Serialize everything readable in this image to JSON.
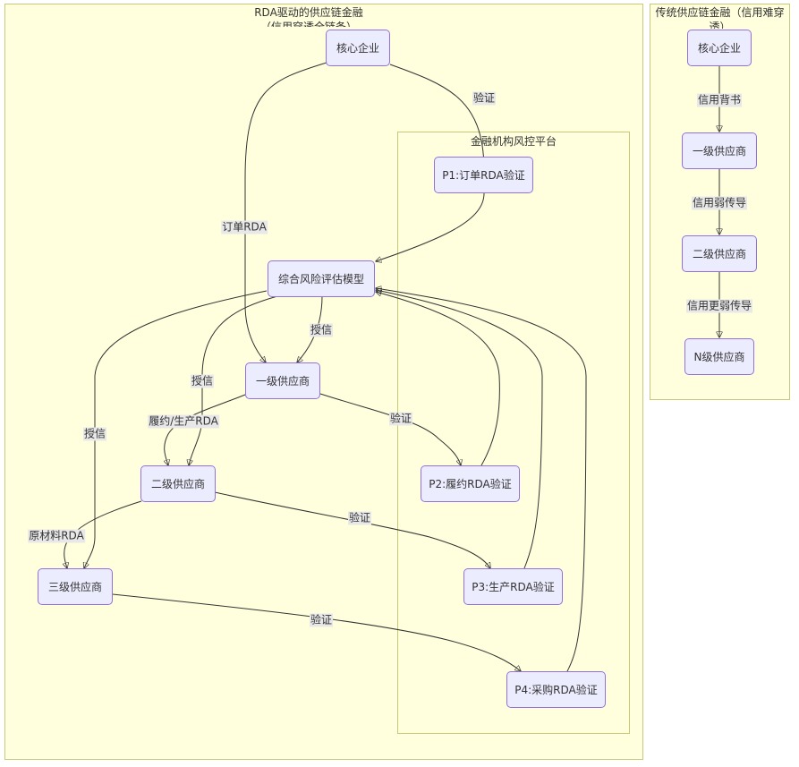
{
  "clusters": {
    "rda": {
      "title": "RDA驱动的供应链金融（信用穿透全链条）"
    },
    "platform": {
      "title": "金融机构风控平台"
    },
    "traditional": {
      "title": "传统供应链金融（信用难穿透）"
    }
  },
  "rda_nodes": {
    "core": "核心企业",
    "model": "综合风险评估模型",
    "tier1": "一级供应商",
    "tier2": "二级供应商",
    "tier3": "三级供应商",
    "p1": "P1:订单RDA验证",
    "p2": "P2:履约RDA验证",
    "p3": "P3:生产RDA验证",
    "p4": "P4:采购RDA验证"
  },
  "traditional_nodes": {
    "core": "核心企业",
    "tier1": "一级供应商",
    "tier2": "二级供应商",
    "tierN": "N级供应商"
  },
  "rda_edge_labels": {
    "core_to_p1": "验证",
    "core_to_tier1": "订单RDA",
    "model_to_tier1": "授信",
    "model_to_tier2": "授信",
    "model_to_tier3": "授信",
    "tier1_to_tier2": "履约/生产RDA",
    "tier1_to_p2": "验证",
    "tier2_to_tier3": "原材料RDA",
    "tier2_to_p3": "验证",
    "tier3_to_p4": "验证"
  },
  "traditional_edge_labels": {
    "core_to_tier1": "信用背书",
    "tier1_to_tier2": "信用弱传导",
    "tier2_to_tierN": "信用更弱传导"
  },
  "colors": {
    "cluster_fill": "#ffffde",
    "cluster_border": "#c8c87a",
    "node_fill": "#ececff",
    "node_border": "#9370db",
    "edge": "#333333",
    "label_bg": "#e8e8e8"
  }
}
